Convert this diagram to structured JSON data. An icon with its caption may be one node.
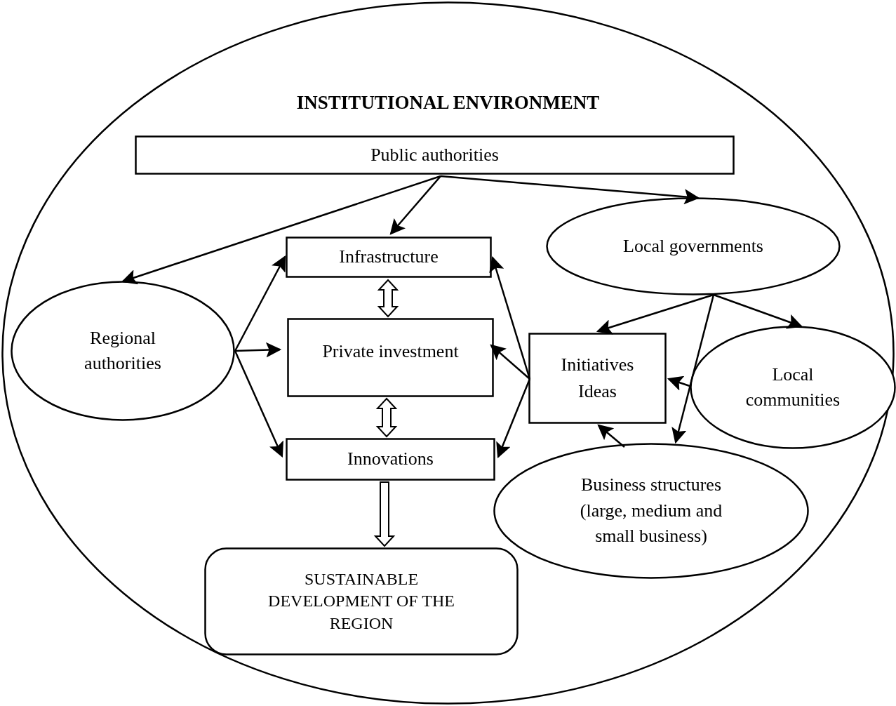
{
  "diagram": {
    "nodes": [
      {
        "text": [
          "INSTITUTIONAL ENVIRONMENT"
        ]
      },
      {
        "text": [
          "Public authorities"
        ],
        "in": 0
      },
      {
        "text": [
          "Local governments"
        ],
        "in": 0
      },
      {
        "text": [
          "Regional authorities"
        ],
        "in": 0
      },
      {
        "text": [
          "Infrastructure"
        ],
        "in": 0
      },
      {
        "text": [
          "Private investment"
        ],
        "in": 0
      },
      {
        "text": [
          "Innovations"
        ],
        "in": 0
      },
      {
        "text": [
          "Initiatives",
          "Ideas"
        ],
        "in": 0
      },
      {
        "text": [
          "Local communities"
        ],
        "in": 0
      },
      {
        "text": [
          "Business structures (large, medium and small business)"
        ],
        "in": 0
      },
      {
        "text": [
          "SUSTAINABLE DEVELOPMENT OF THE REGION"
        ],
        "in": 0
      }
    ],
    "edges": [
      {
        "from": 1,
        "to": 4,
        "arrow": "to"
      },
      {
        "from": 1,
        "to": 3,
        "arrow": "to"
      },
      {
        "from": 1,
        "to": 2,
        "arrow": "to"
      },
      {
        "from": 3,
        "to": 4,
        "arrow": "to"
      },
      {
        "from": 3,
        "to": 5,
        "arrow": "to"
      },
      {
        "from": 3,
        "to": 6,
        "arrow": "to"
      },
      {
        "from": 4,
        "to": 5,
        "arrow": "both",
        "style": "thick"
      },
      {
        "from": 5,
        "to": 6,
        "arrow": "both",
        "style": "thick"
      },
      {
        "from": 6,
        "to": 10,
        "arrow": "to",
        "style": "thick"
      },
      {
        "from": 7,
        "to": 4,
        "arrow": "to"
      },
      {
        "from": 7,
        "to": 5,
        "arrow": "to"
      },
      {
        "from": 7,
        "to": 6,
        "arrow": "to"
      },
      {
        "from": 2,
        "to": 7,
        "arrow": "to"
      },
      {
        "from": 2,
        "to": 8,
        "arrow": "to"
      },
      {
        "from": 2,
        "to": 9,
        "arrow": "to"
      },
      {
        "from": 8,
        "to": 7,
        "arrow": "to"
      },
      {
        "from": 9,
        "to": 7,
        "arrow": "to"
      }
    ]
  }
}
